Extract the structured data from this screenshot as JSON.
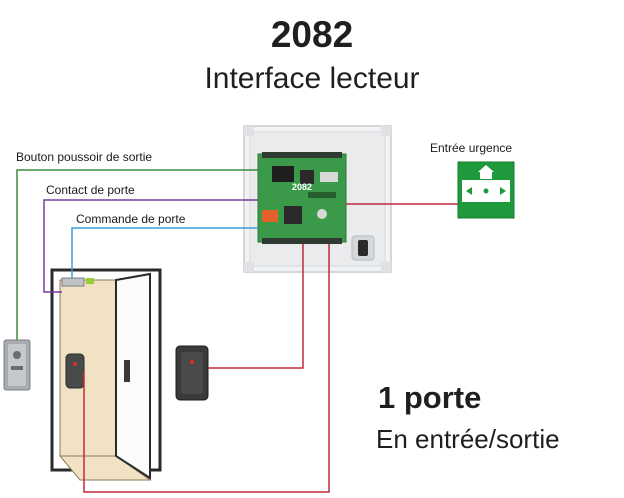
{
  "header": {
    "model": "2082",
    "subtitle": "Interface lecteur"
  },
  "wires": {
    "exit_button": "Bouton poussoir de sortie",
    "door_contact": "Contact de porte",
    "door_command": "Commande de porte",
    "emergency": "Entrée urgence"
  },
  "info": {
    "doors": "1 porte",
    "mode": "En entrée/sortie"
  },
  "board": {
    "label": "2082"
  },
  "colors": {
    "exit_wire": "#3c8c3c",
    "contact_wire": "#7a3a9a",
    "command_wire": "#3aa0d8",
    "reader_wire": "#c4283c",
    "emergency_box": "#1e9a3c",
    "board": "#3a9a4a"
  },
  "icons": {
    "emergency": "house-arrows-icon",
    "exit_button": "push-button-icon",
    "reader": "card-reader-icon"
  }
}
